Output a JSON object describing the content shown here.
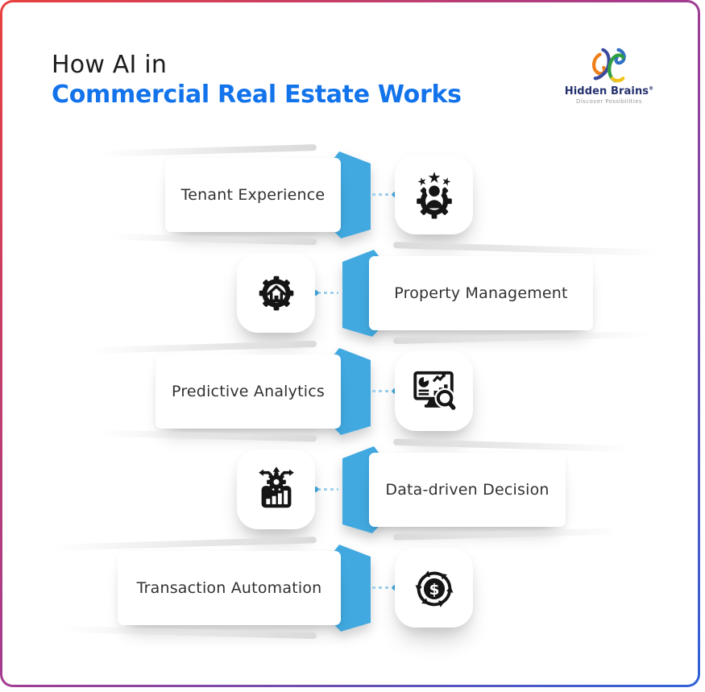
{
  "header": {
    "title_line1": "How AI in",
    "title_line2": "Commercial Real Estate Works",
    "title_accent_color": "#1273eb"
  },
  "logo": {
    "name": "Hidden Brains",
    "trademark": "®",
    "tagline": "Discover Possibilities"
  },
  "rows": [
    {
      "label": "Tenant Experience",
      "side": "left",
      "icon": "tenant-experience-icon"
    },
    {
      "label": "Property Management",
      "side": "right",
      "icon": "property-management-icon"
    },
    {
      "label": "Predictive Analytics",
      "side": "left",
      "icon": "predictive-analytics-icon"
    },
    {
      "label": "Data-driven Decision",
      "side": "right",
      "icon": "data-driven-decision-icon"
    },
    {
      "label": "Transaction Automation",
      "side": "left",
      "icon": "transaction-automation-icon"
    }
  ],
  "colors": {
    "arrow_blue": "#41a9e0",
    "dash_blue": "#9fd2ee",
    "icon_black": "#151515",
    "label_color": "#313131",
    "border_gradient": [
      "#e8403e",
      "#a13c92",
      "#2f62d8"
    ]
  }
}
